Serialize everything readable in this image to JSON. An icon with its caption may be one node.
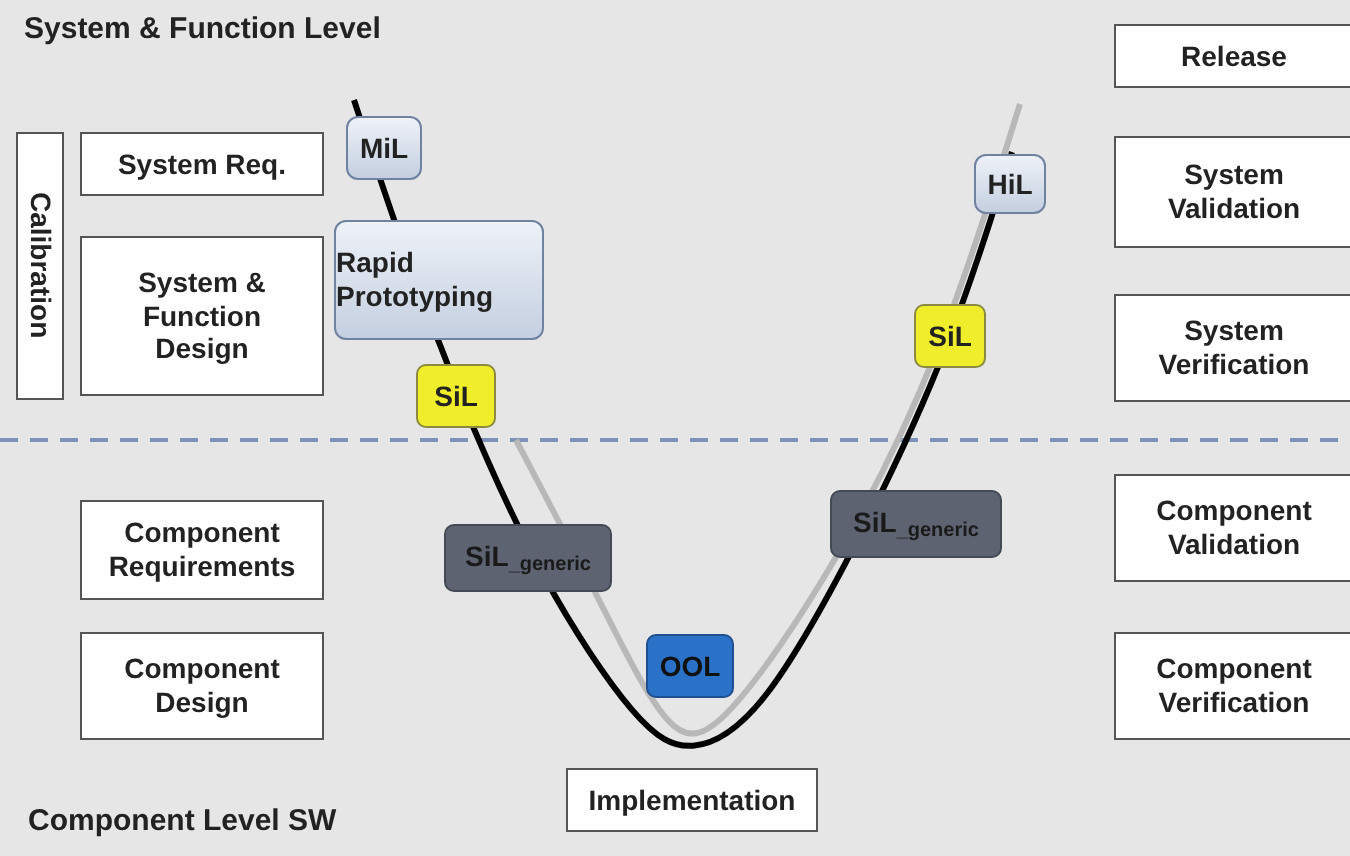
{
  "diagram": {
    "nodes": [
      {
        "text": [
          "Release"
        ]
      },
      {
        "text": [
          "Calibration"
        ]
      },
      {
        "text": [
          "System Req."
        ]
      },
      {
        "text": [
          "MiL"
        ]
      },
      {
        "text": [
          "System Validation"
        ]
      },
      {
        "text": [
          "HiL"
        ]
      },
      {
        "text": [
          "Rapid Prototyping"
        ]
      },
      {
        "text": [
          "System & Function Design"
        ]
      },
      {
        "text": [
          "System Verification"
        ]
      },
      {
        "text": [
          "SiL"
        ]
      },
      {
        "text": [
          "SiL"
        ]
      },
      {
        "text": [
          "Component Requirements"
        ]
      },
      {
        "text": [
          "SiL$_{_generic}$"
        ]
      },
      {
        "text": [
          "Component Validation"
        ]
      },
      {
        "text": [
          "SiL$_{_generic}$"
        ]
      },
      {
        "text": [
          "Component Design"
        ]
      },
      {
        "text": [
          "OOL"
        ]
      },
      {
        "text": [
          "Component Verification"
        ]
      },
      {
        "text": [
          "Implementation"
        ]
      }
    ],
    "labels": [
      "System & Function Level",
      "Component Level SW"
    ]
  }
}
